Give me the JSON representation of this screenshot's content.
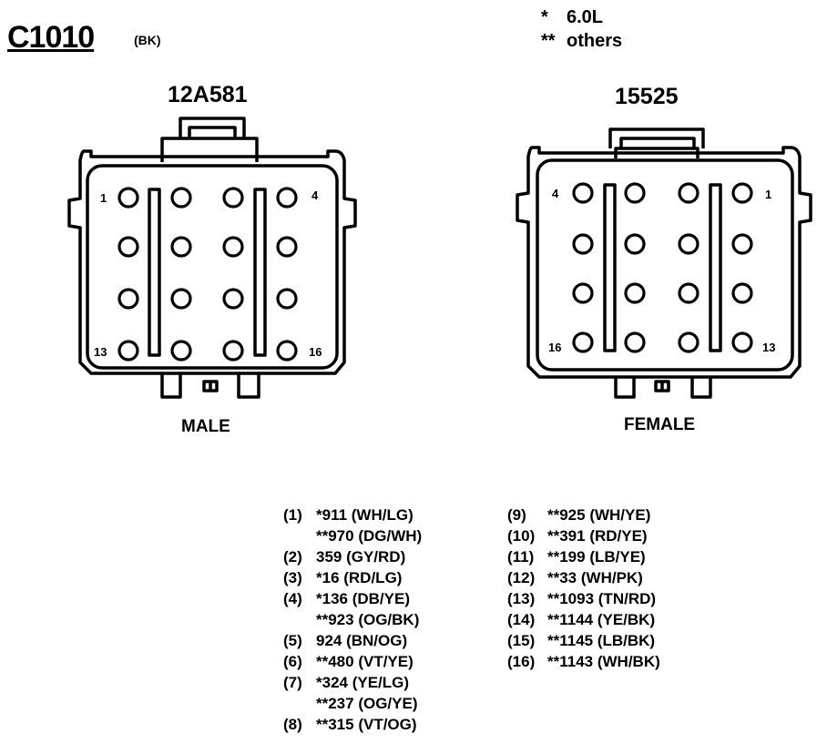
{
  "connector": {
    "id": "C1010",
    "color_code": "(BK)"
  },
  "legend": [
    {
      "symbol": "*",
      "text": "6.0L"
    },
    {
      "symbol": "**",
      "text": "others"
    }
  ],
  "left_connector": {
    "part_number": "12A581",
    "gender": "MALE",
    "pin_labels": {
      "top_left": "1",
      "top_right": "4",
      "bottom_left": "13",
      "bottom_right": "16"
    }
  },
  "right_connector": {
    "part_number": "15525",
    "gender": "FEMALE",
    "pin_labels": {
      "top_left": "4",
      "top_right": "1",
      "bottom_left": "16",
      "bottom_right": "13"
    }
  },
  "wires_left": [
    {
      "pin": "(1)",
      "lines": [
        "*911 (WH/LG)",
        "**970 (DG/WH)"
      ]
    },
    {
      "pin": "(2)",
      "lines": [
        "359 (GY/RD)"
      ]
    },
    {
      "pin": "(3)",
      "lines": [
        "*16 (RD/LG)"
      ]
    },
    {
      "pin": "(4)",
      "lines": [
        "*136 (DB/YE)",
        "**923 (OG/BK)"
      ]
    },
    {
      "pin": "(5)",
      "lines": [
        "924 (BN/OG)"
      ]
    },
    {
      "pin": "(6)",
      "lines": [
        "**480 (VT/YE)"
      ]
    },
    {
      "pin": "(7)",
      "lines": [
        "*324 (YE/LG)",
        "**237 (OG/YE)"
      ]
    },
    {
      "pin": "(8)",
      "lines": [
        "**315 (VT/OG)"
      ]
    }
  ],
  "wires_right": [
    {
      "pin": "(9)",
      "lines": [
        "**925 (WH/YE)"
      ]
    },
    {
      "pin": "(10)",
      "lines": [
        "**391 (RD/YE)"
      ]
    },
    {
      "pin": "(11)",
      "lines": [
        "**199 (LB/YE)"
      ]
    },
    {
      "pin": "(12)",
      "lines": [
        "**33 (WH/PK)"
      ]
    },
    {
      "pin": "(13)",
      "lines": [
        "**1093 (TN/RD)"
      ]
    },
    {
      "pin": "(14)",
      "lines": [
        "**1144 (YE/BK)"
      ]
    },
    {
      "pin": "(15)",
      "lines": [
        "**1145 (LB/BK)"
      ]
    },
    {
      "pin": "(16)",
      "lines": [
        "**1143 (WH/BK)"
      ]
    }
  ]
}
